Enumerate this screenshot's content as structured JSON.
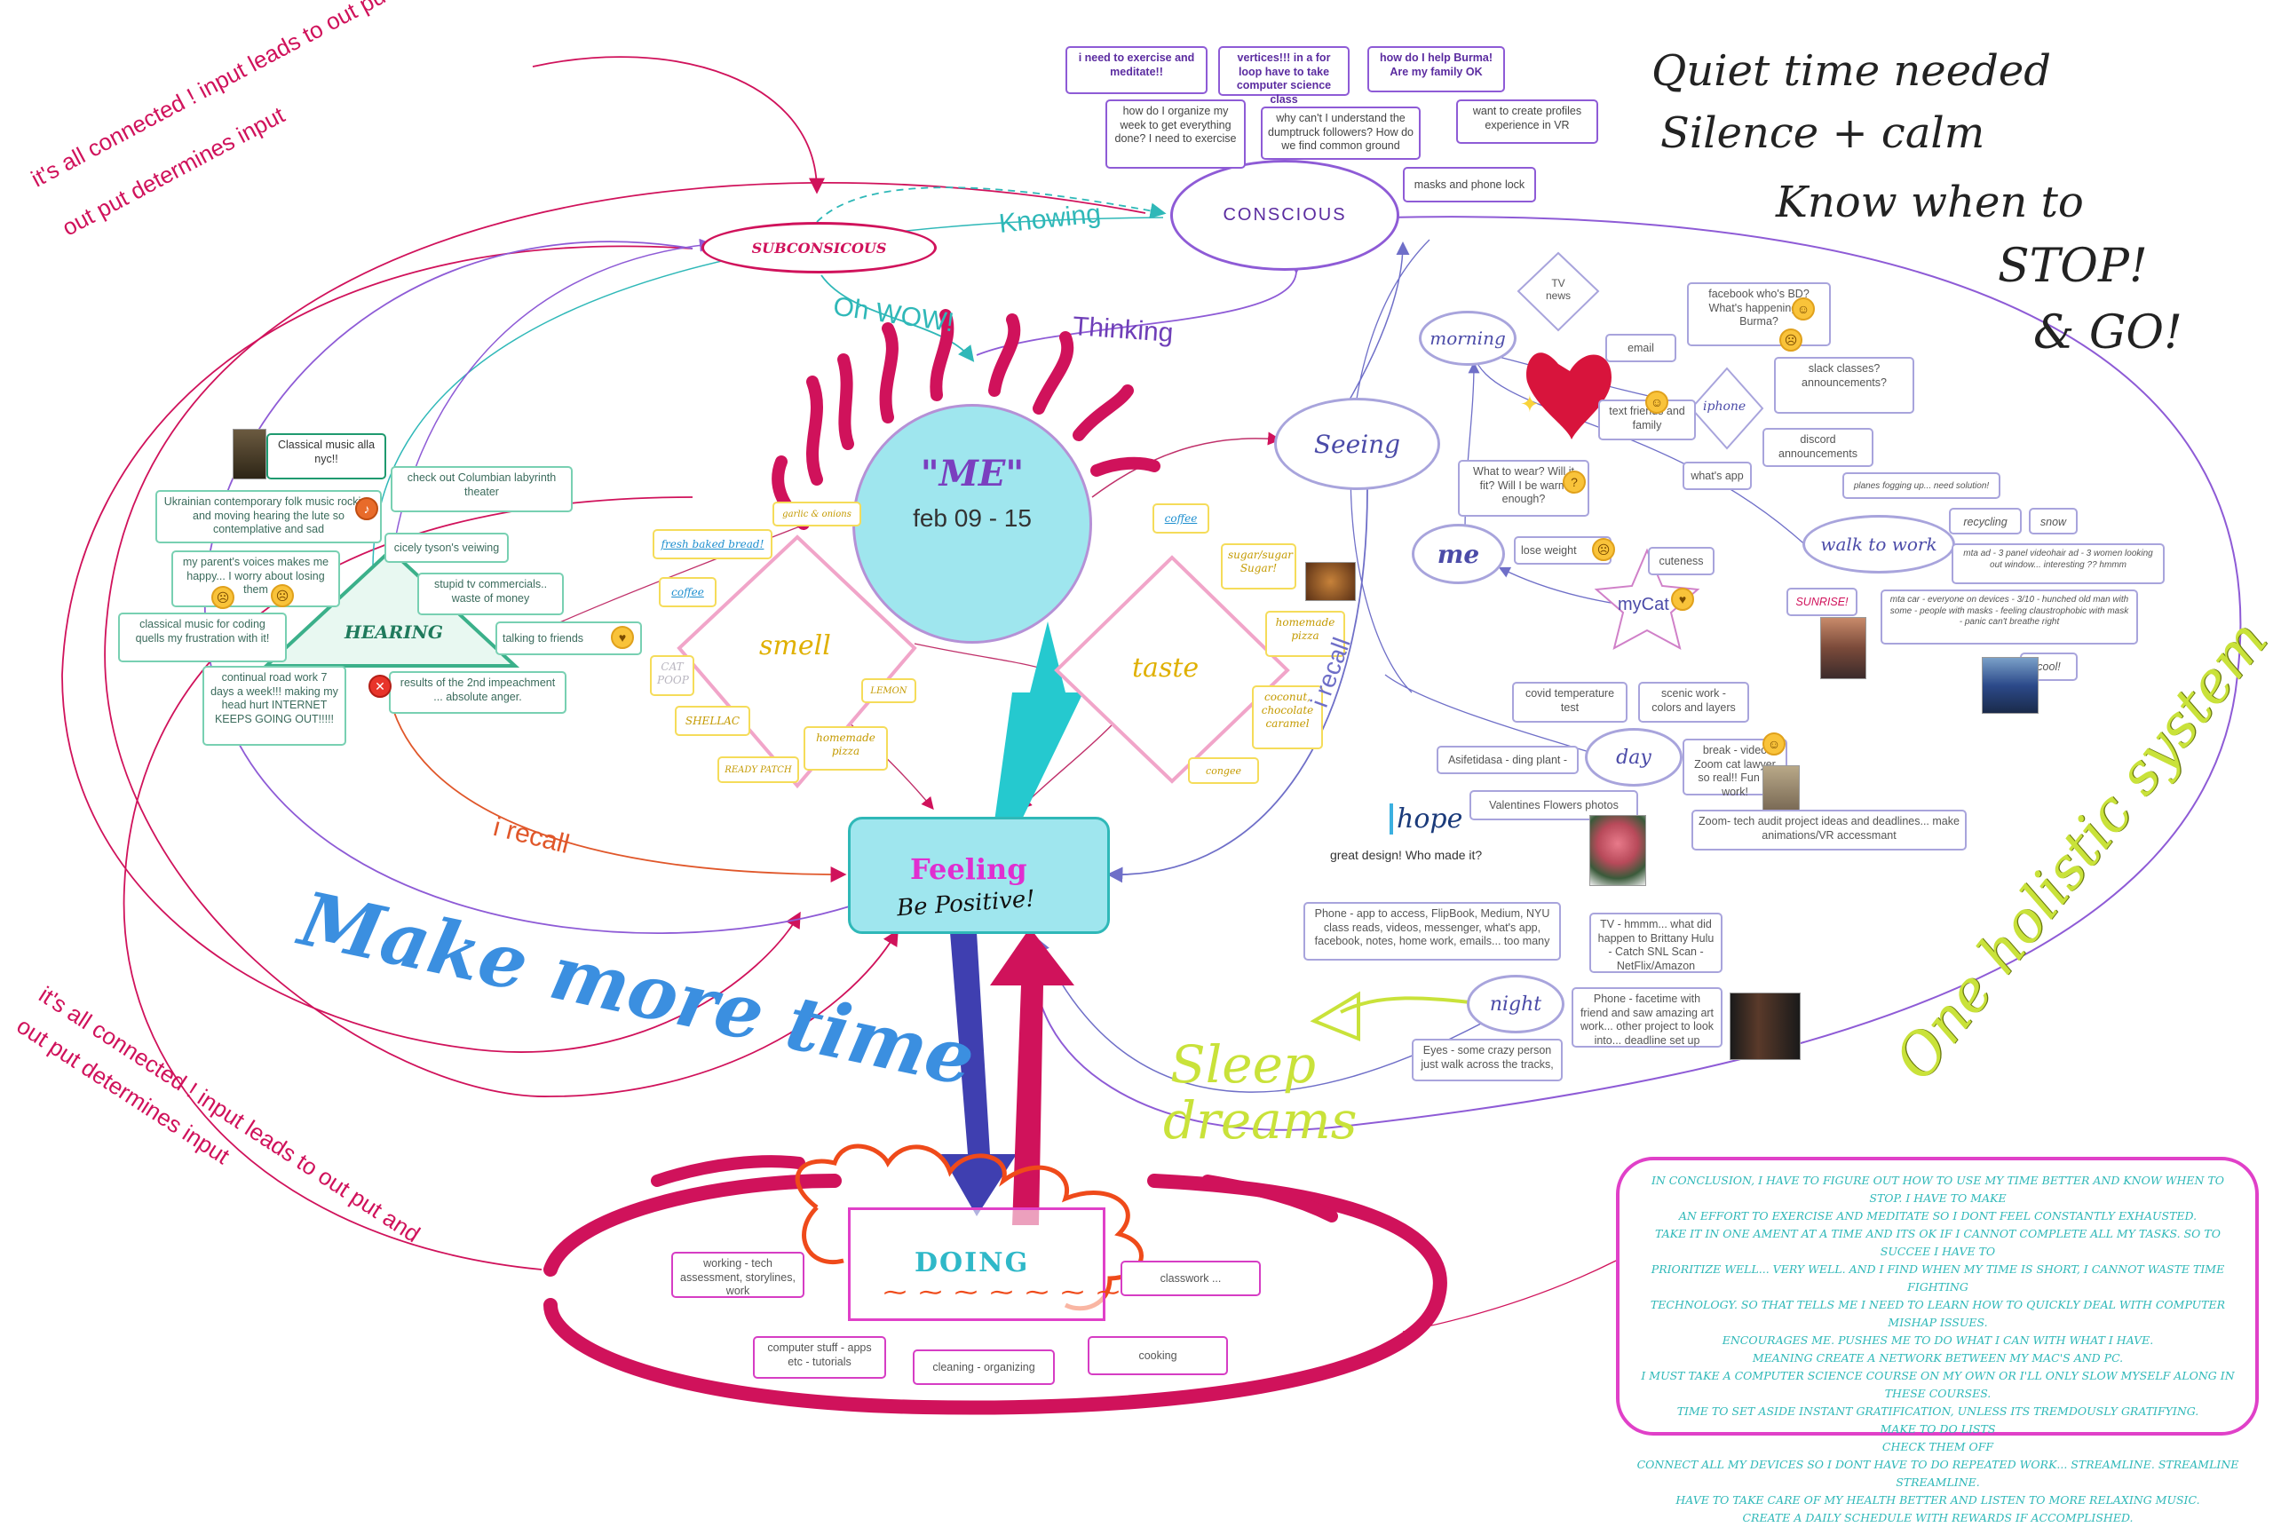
{
  "colors": {
    "purple": "#8e5bd6",
    "violet": "#a8a4dc",
    "teal_node": "#9fe6ee",
    "crimson": "#d0125b",
    "teal_green": "#78d0b2",
    "yellow": "#f5dc5a",
    "pink": "#f1a5c9",
    "lime": "#c9e23a",
    "blue_text": "#3b8fe0",
    "magenta": "#e040c8"
  },
  "center": {
    "title": "\"ME\"",
    "dates": "feb 09 - 15"
  },
  "nodes": {
    "subconscious": "SUBCONSICOUS",
    "conscious": "CONSCIOUS",
    "seeing": "Seeing",
    "morning": "morning",
    "iphone": "iphone",
    "me": "me",
    "walk_to_work": "walk to work",
    "day": "day",
    "night": "night",
    "mycat": "myCat",
    "hearing": "HEARING",
    "smell": "smell",
    "taste": "taste",
    "feeling": "Feeling",
    "feeling_sub": "Be Positive!",
    "doing": "DOING",
    "tv_news": "TV news"
  },
  "edge_labels": {
    "knowing": "Knowing",
    "oh_wow": "Oh WOW!",
    "thinking": "Thinking",
    "i_recall_left": "i recall",
    "i_recall_right": "i recall"
  },
  "handwritten": {
    "quiet_lines": [
      "Quiet time needed",
      "Silence + calm",
      "Know when to",
      "STOP!",
      "& GO!"
    ],
    "make_more_time": "Make more time",
    "sleep_lines": [
      "Sleep",
      "dreams"
    ],
    "holistic": "One holistic system",
    "connected_top": [
      "it's all connected ! input leads to out put and",
      "out put determines input"
    ],
    "connected_bottom": [
      "it's all connected ! input leads to out put and",
      "out put determines input"
    ]
  },
  "conscious_notes": [
    "i need to exercise and meditate!!",
    "vertices!!! in a for loop have to take computer science class",
    "how do I help Burma! Are my family OK",
    "how do I organize my week to get everything done? I need to exercise",
    "why can't I understand the dumptruck followers? How do we find common ground",
    "want to create profiles experience in VR",
    "masks and phone lock"
  ],
  "hearing_notes": [
    "Classical music alla nyc!!",
    "check out  Columbian labyrinth theater",
    "Ukrainian contemporary folk music rocking and moving hearing the lute so contemplative and sad",
    "cicely tyson's veiwing",
    "my parent's voices makes me happy... I worry about losing them",
    "stupid tv commercials.. waste of money",
    "classical music for coding quells my frustration with it!",
    "talking to friends",
    "continual road work 7 days a week!!! making my head hurt INTERNET KEEPS GOING OUT!!!!!",
    "results of the 2nd impeachment ... absolute anger."
  ],
  "smell_notes": [
    "garlic & onions",
    "fresh baked bread!",
    "coffee",
    "CAT POOP",
    "SHELLAC",
    "LEMON",
    "homemade pizza",
    "READY PATCH"
  ],
  "taste_notes": [
    "coffee",
    "sugar/sugar Sugar!",
    "homemade pizza",
    "coconut, chocolate caramel",
    "congee"
  ],
  "right_notes": {
    "facebook": "facebook who's BD? What's happening in Burma?",
    "email": "email",
    "slack": "slack classes? announcements?",
    "text": "text friends and family",
    "discord": "discord announcements",
    "whatsapp": "what's app",
    "what_to_wear": "What to wear? Will it fit? Will I be warm enough?",
    "lose_weight": "lose weight",
    "cuteness": "cuteness",
    "planes": "planes fogging up... need solution!",
    "recycling": "recycling",
    "snow": "snow",
    "mta_ad": "mta ad - 3 panel videohair ad - 3 women looking out window... interesting ?? hmmm",
    "mta_car": "mta car - everyone on devices - 3/10 - hunched old man with some - people with masks - feeling claustrophobic with mask - panic can't breathe right",
    "sunrise": "SUNRISE!",
    "cool": "cool!",
    "covid": "covid temperature test",
    "scenic": "scenic work - colors and layers",
    "asifetidasa": "Asifetidasa - ding plant -",
    "break_video": "break - video Zoom cat lawyer so real!! Fun at work!",
    "valentines": "Valentines Flowers photos",
    "zoom_tech": "Zoom- tech audit project ideas and deadlines... make animations/VR accessmant",
    "hope_caption": "great design! Who made it?",
    "hope_logo": "hope",
    "phone_app": "Phone - app to access, FlipBook, Medium, NYU class reads, videos, messenger, what's app, facebook, notes, home work, emails... too many",
    "tv_hmm": "TV - hmmm... what did happen to Brittany Hulu - Catch SNL Scan - NetFlix/Amazon",
    "facetime": "Phone - facetime with friend and saw amazing art work... other project to look into... deadline set up",
    "eyes": "Eyes - some crazy person just walk across the tracks,"
  },
  "doing_notes": [
    "working - tech assessment, storylines, work",
    "classwork ...",
    "computer stuff - apps etc - tutorials",
    "cleaning - organizing",
    "cooking"
  ],
  "conclusion": [
    "IN CONCLUSION, I HAVE TO FIGURE OUT HOW TO USE MY TIME BETTER AND KNOW WHEN TO STOP.   I HAVE TO MAKE",
    "AN EFFORT TO EXERCISE AND MEDITATE SO I DONT FEEL CONSTANTLY EXHAUSTED.",
    "TAKE IT IN ONE AMENT AT A TIME AND ITS OK IF I CANNOT COMPLETE ALL MY TASKS. SO TO SUCCEE I HAVE TO",
    "PRIORITIZE WELL... VERY WELL.  AND I FIND WHEN MY TIME IS SHORT, I CANNOT WASTE TIME FIGHTING",
    "TECHNOLOGY. SO THAT TELLS ME I NEED TO LEARN HOW TO QUICKLY DEAL WITH COMPUTER MISHAP ISSUES.",
    "ENCOURAGES ME. PUSHES ME TO DO WHAT I CAN WITH WHAT I HAVE.",
    "MEANING CREATE A NETWORK BETWEEN MY MAC'S AND PC.",
    "I MUST TAKE A COMPUTER SCIENCE COURSE ON MY OWN OR I'LL ONLY SLOW MYSELF ALONG IN THESE COURSES.",
    "TIME TO SET ASIDE INSTANT GRATIFICATION, UNLESS ITS TREMDOUSLY GRATIFYING.",
    "MAKE TO DO LISTS",
    "CHECK THEM OFF",
    "CONNECT ALL MY DEVICES SO I DONT HAVE TO DO REPEATED WORK... STREAMLINE. STREAMLINE STREAMLINE.",
    "HAVE TO TAKE CARE OF MY HEALTH BETTER AND LISTEN TO MORE RELAXING MUSIC.",
    "CREATE A DAILY SCHEDULE WITH REWARDS IF ACCOMPLISHED."
  ]
}
